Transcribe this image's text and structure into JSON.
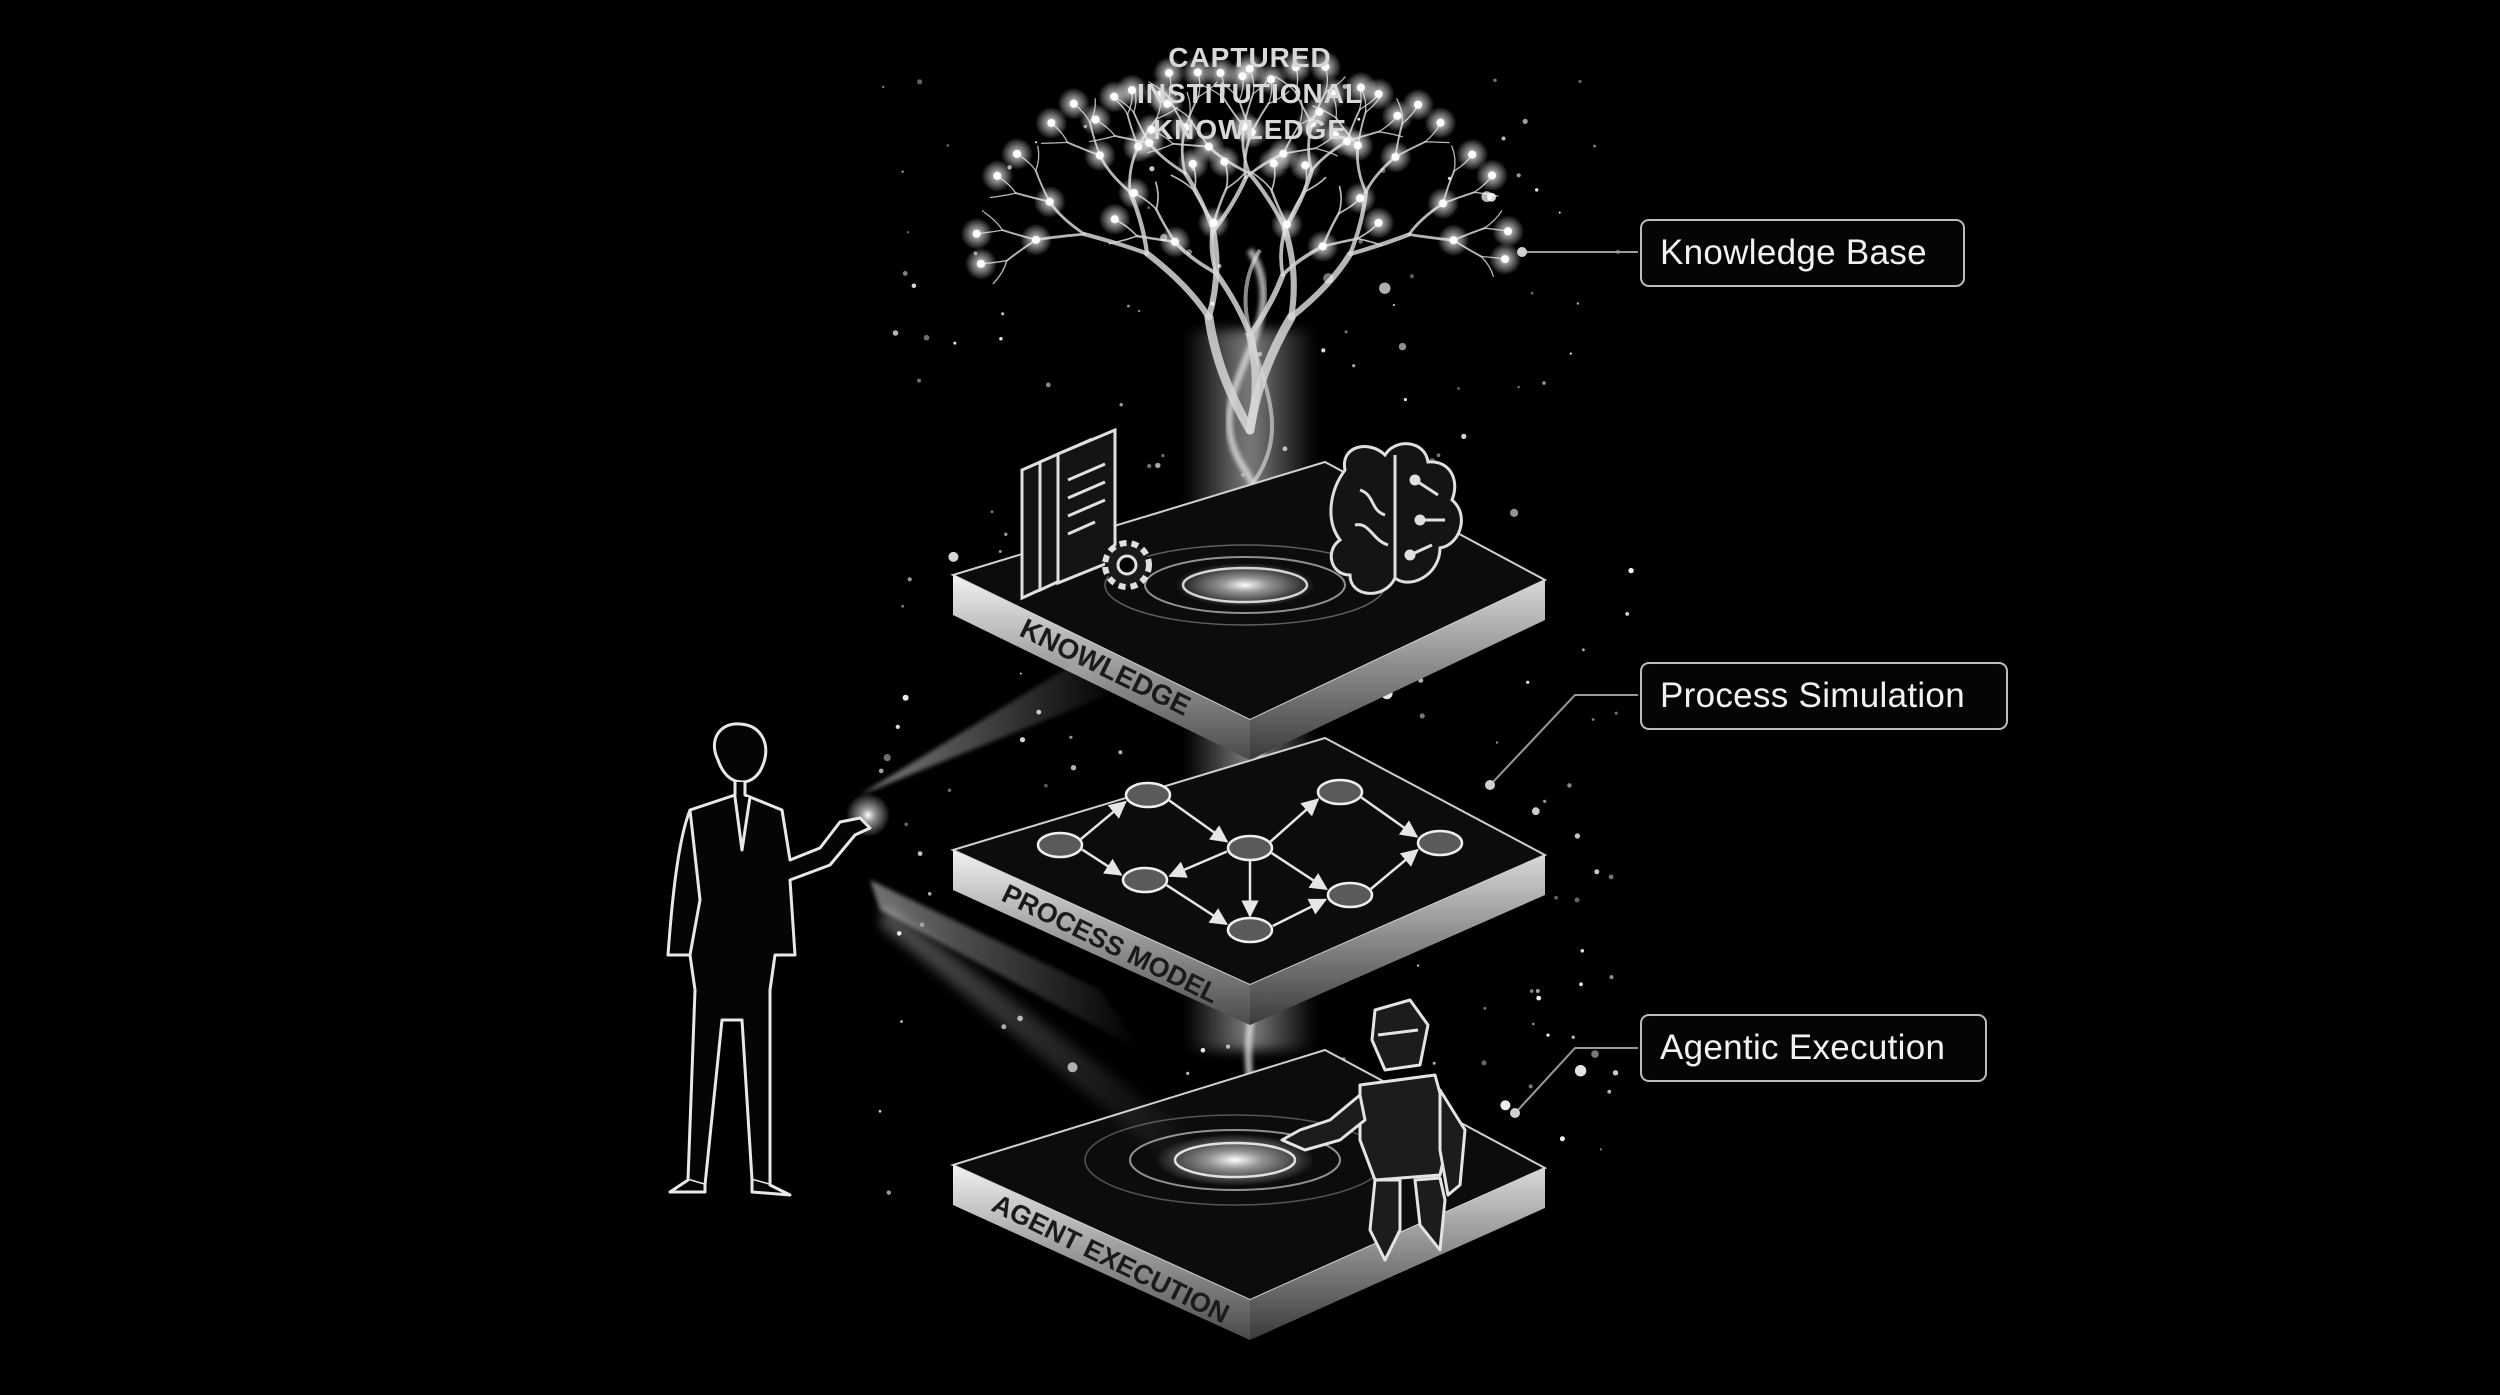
{
  "tree_title": [
    "CAPTURED",
    "INSTITUTIONAL",
    "KNOWLEDGE"
  ],
  "layers": [
    {
      "label": "KNOWLEDGE"
    },
    {
      "label": "PROCESS MODEL"
    },
    {
      "label": "AGENT EXECUTION"
    }
  ],
  "callouts": {
    "knowledge_base": "Knowledge Base",
    "process_simulation": "Process Simulation",
    "agentic_execution": "Agentic Execution"
  },
  "colors": {
    "background": "#000000",
    "platform_edge": "#cfcfcf",
    "platform_top": "#111111",
    "glow": "#ffffff",
    "callout_border": "#bdbdbd",
    "callout_text": "#f2f2f2"
  },
  "icons": [
    "tree-icon",
    "document-gear-icon",
    "circuit-brain-icon",
    "process-graph-icon",
    "robot-icon",
    "person-icon",
    "light-beam-icon",
    "vortex-icon"
  ]
}
